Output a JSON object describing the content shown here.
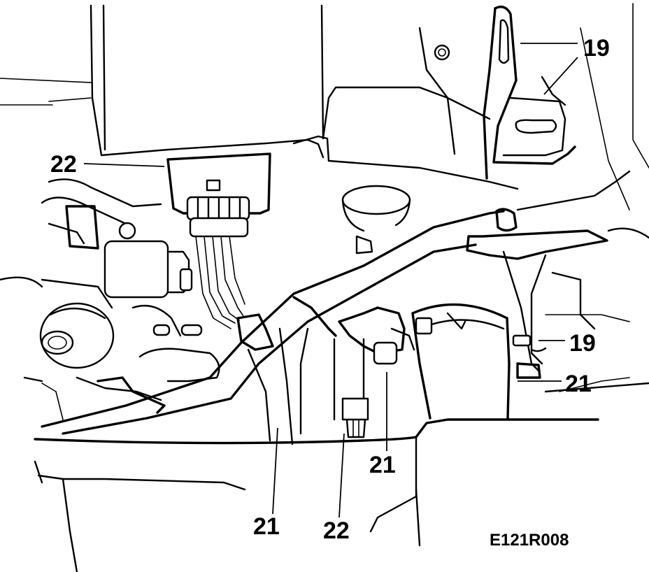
{
  "figure": {
    "reference_code": "E121R008",
    "callouts": [
      {
        "id": "c19a",
        "label": "19"
      },
      {
        "id": "c19b",
        "label": "19"
      },
      {
        "id": "c21a",
        "label": "21"
      },
      {
        "id": "c21b",
        "label": "21"
      },
      {
        "id": "c21c",
        "label": "21"
      },
      {
        "id": "c22a",
        "label": "22"
      },
      {
        "id": "c22b",
        "label": "22"
      }
    ]
  }
}
